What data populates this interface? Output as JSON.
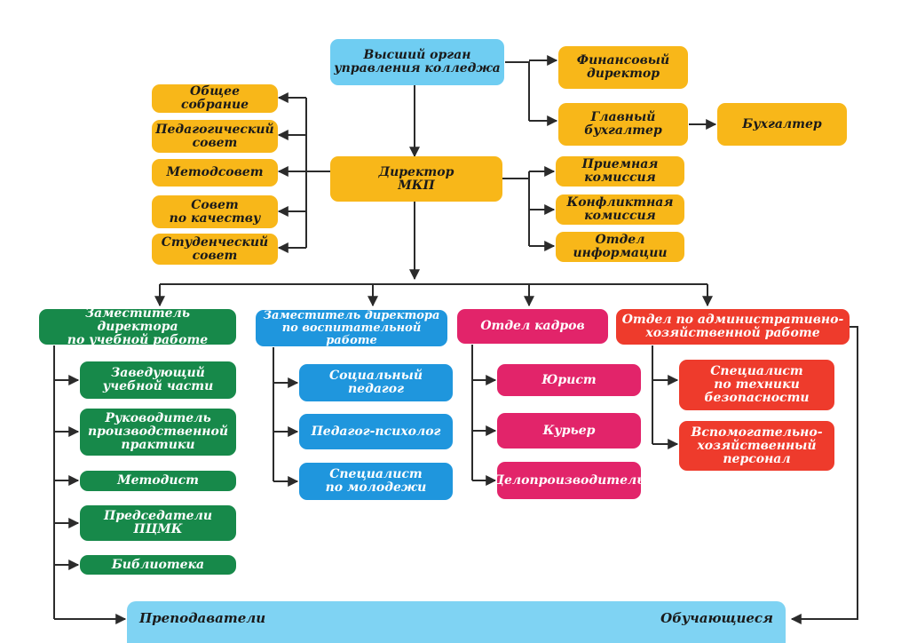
{
  "diagram": {
    "top": {
      "governing_body": "Высший орган\nуправления колледжа"
    },
    "finance": {
      "financial_director": "Финансовый\nдиректор",
      "chief_accountant": "Главный\nбухгалтер",
      "accountant": "Бухгалтер"
    },
    "director": "Директор\nМКП",
    "councils": {
      "general_meeting": "Общее собрание",
      "pedagogical_council": "Педагогический\nсовет",
      "methodical_council": "Методсовет",
      "quality_council": "Совет\nпо качеству",
      "student_council": "Студенческий\nсовет"
    },
    "commissions": {
      "admission": "Приемная\nкомиссия",
      "conflict": "Конфликтная\nкомиссия",
      "information": "Отдел\nинформации"
    },
    "academic": {
      "head": "Заместитель директора\nпо учебной работе",
      "items": [
        "Заведующий\nучебной части",
        "Руководитель\nпроизводственной\nпрактики",
        "Методист",
        "Председатели\nПЦМК",
        "Библиотека"
      ]
    },
    "educational": {
      "head": "Заместитель директора\nпо воспитательной работе",
      "items": [
        "Социальный\nпедагог",
        "Педагог-психолог",
        "Специалист\nпо молодежи"
      ]
    },
    "hr": {
      "head": "Отдел кадров",
      "items": [
        "Юрист",
        "Курьер",
        "Делопроизводитель"
      ]
    },
    "admin": {
      "head": "Отдел по административно-\nхозяйственной работе",
      "items": [
        "Специалист\nпо техники\nбезопасности",
        "Вспомогательно-\nхозяйственный\nперсонал"
      ]
    },
    "bottom": {
      "teachers": "Преподаватели",
      "students": "Обучающиеся"
    }
  },
  "colors": {
    "yellow": "#f8b719",
    "blue": "#1f96dd",
    "light_blue": "#6fcdf2",
    "green": "#17894a",
    "pink": "#e2246a",
    "red": "#ee3b2c",
    "line": "#2b2b2b"
  }
}
